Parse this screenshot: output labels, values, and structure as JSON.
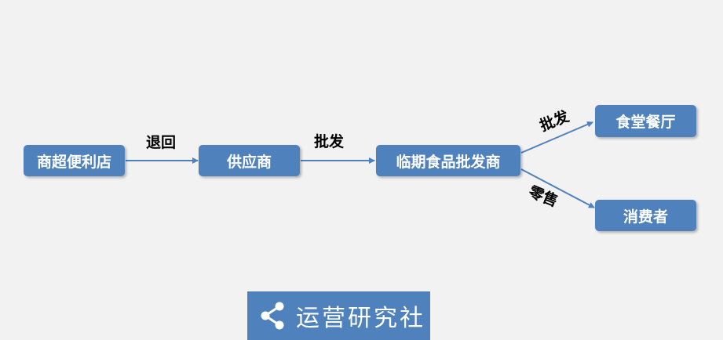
{
  "nodes": {
    "retail": "商超便利店",
    "supplier": "供应商",
    "wholesaler": "临期食品批发商",
    "canteen": "食堂餐厅",
    "consumer": "消费者"
  },
  "edges": {
    "return": "退回",
    "wholesale": "批发",
    "wholesale_upper": "批发",
    "retail_lower": "零售"
  },
  "brand": {
    "text": "运营研究社",
    "icon": "share-icon"
  },
  "colors": {
    "node": "#4f81bd",
    "arrow": "#4f81bd",
    "background": "#f2f2f2"
  }
}
